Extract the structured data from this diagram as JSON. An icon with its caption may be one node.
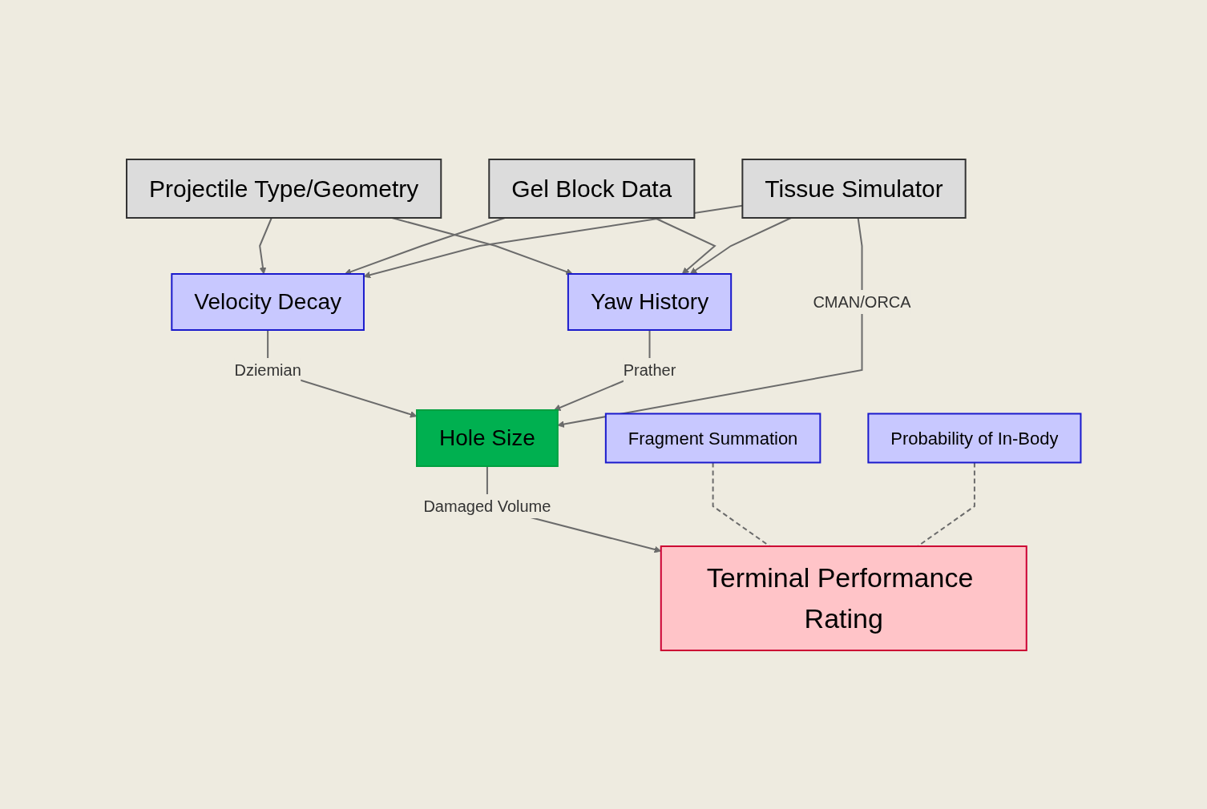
{
  "diagram": {
    "nodes": [
      {
        "text": [
          "Projectile Type/Geometry"
        ]
      },
      {
        "text": [
          "Gel Block Data"
        ]
      },
      {
        "text": [
          "Tissue Simulator"
        ]
      },
      {
        "text": [
          "Velocity Decay"
        ]
      },
      {
        "text": [
          "Yaw History"
        ]
      },
      {
        "text": [
          "Hole Size"
        ]
      },
      {
        "text": [
          "Fragment Summation"
        ]
      },
      {
        "text": [
          "Probability of In-Body"
        ]
      },
      {
        "text": [
          "Terminal Performance Rating"
        ]
      }
    ],
    "edges": [
      {
        "from": 0,
        "to": 3,
        "arrow": "to"
      },
      {
        "from": 1,
        "to": 3,
        "arrow": "to"
      },
      {
        "from": 2,
        "to": 3,
        "arrow": "to"
      },
      {
        "from": 0,
        "to": 4,
        "arrow": "to"
      },
      {
        "from": 1,
        "to": 4,
        "arrow": "to"
      },
      {
        "from": 2,
        "to": 4,
        "arrow": "to"
      },
      {
        "from": 3,
        "to": 5,
        "label": "Dziemian",
        "arrow": "to"
      },
      {
        "from": 4,
        "to": 5,
        "label": "Prather",
        "arrow": "to"
      },
      {
        "from": 2,
        "to": 5,
        "label": "CMAN/ORCA",
        "arrow": "to"
      },
      {
        "from": 5,
        "to": 8,
        "label": "Damaged Volume",
        "arrow": "to"
      },
      {
        "from": 6,
        "to": 8,
        "arrow": "none",
        "style": "dashed"
      },
      {
        "from": 7,
        "to": 8,
        "arrow": "none",
        "style": "dashed"
      }
    ]
  }
}
